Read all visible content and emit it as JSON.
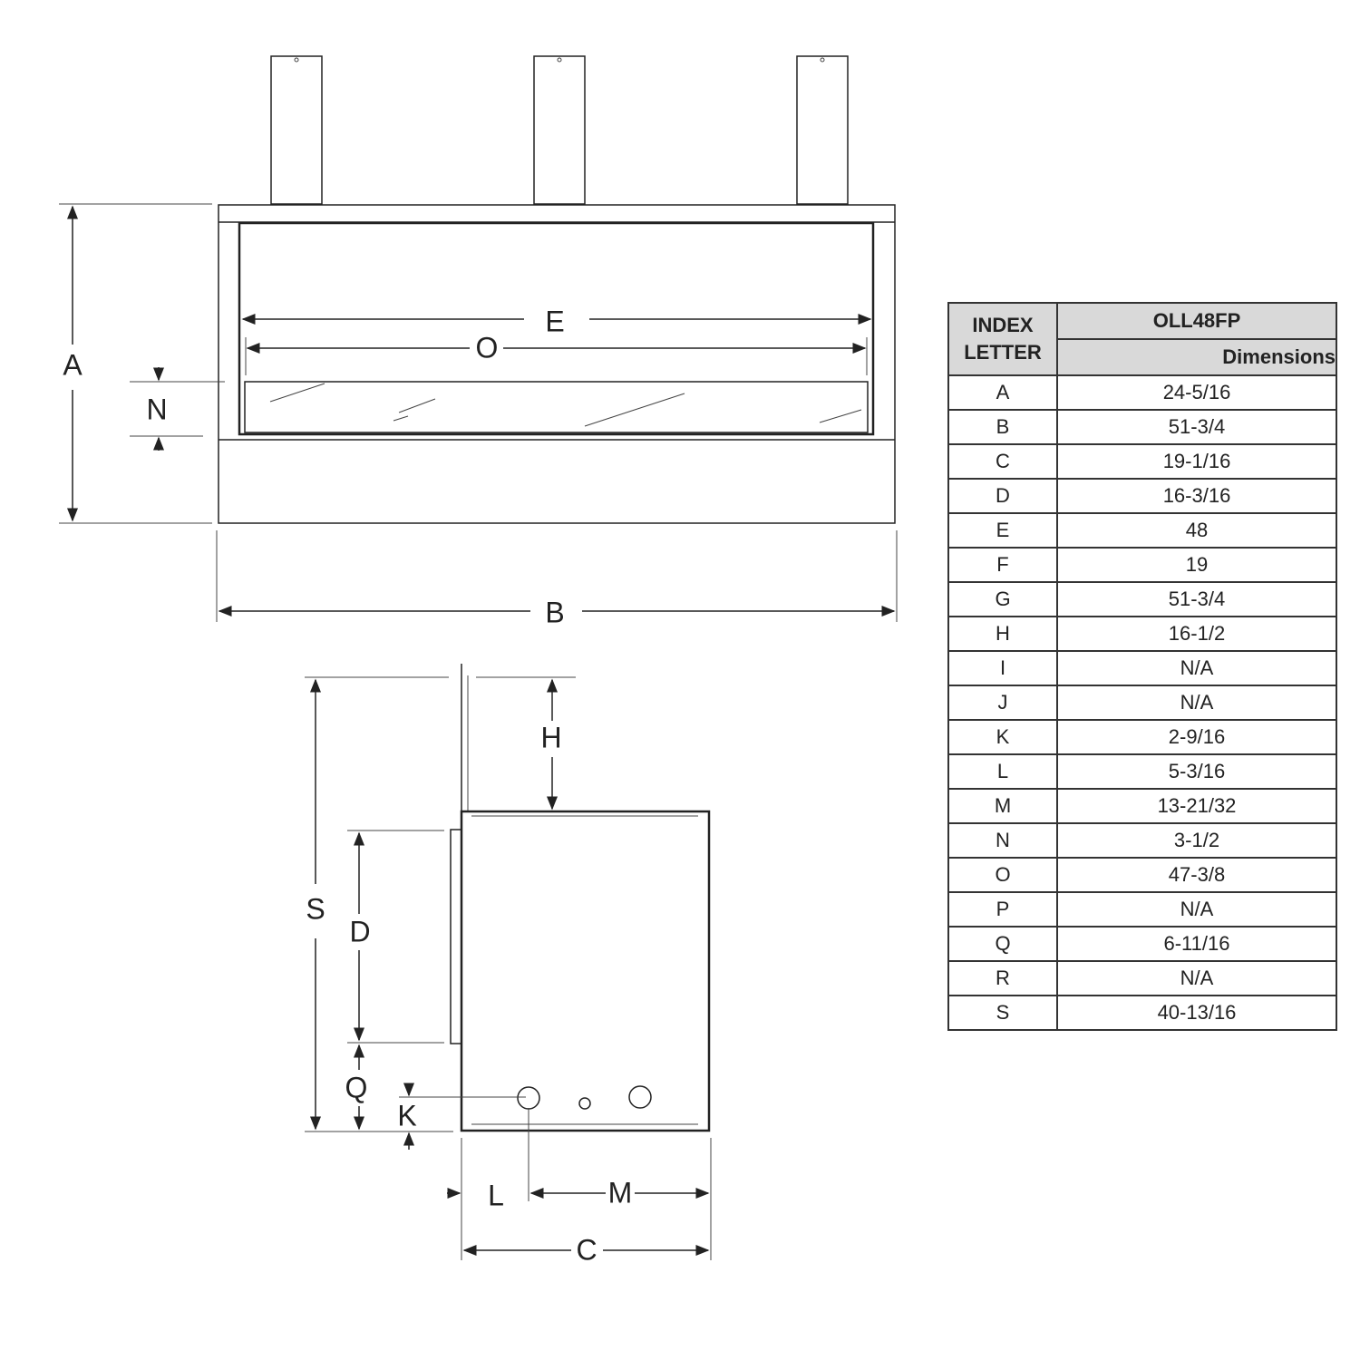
{
  "labels": {
    "A": "A",
    "B": "B",
    "C": "C",
    "D": "D",
    "E": "E",
    "H": "H",
    "K": "K",
    "L": "L",
    "M": "M",
    "N": "N",
    "O": "O",
    "Q": "Q",
    "S": "S"
  },
  "table": {
    "index_header": "INDEX",
    "index_header2": "LETTER",
    "model": "OLL48FP",
    "dimensions_header": "Dimensions",
    "rows": [
      {
        "letter": "A",
        "value": "24-5/16"
      },
      {
        "letter": "B",
        "value": "51-3/4"
      },
      {
        "letter": "C",
        "value": "19-1/16"
      },
      {
        "letter": "D",
        "value": "16-3/16"
      },
      {
        "letter": "E",
        "value": "48"
      },
      {
        "letter": "F",
        "value": "19"
      },
      {
        "letter": "G",
        "value": "51-3/4"
      },
      {
        "letter": "H",
        "value": "16-1/2"
      },
      {
        "letter": "I",
        "value": "N/A"
      },
      {
        "letter": "J",
        "value": "N/A"
      },
      {
        "letter": "K",
        "value": "2-9/16"
      },
      {
        "letter": "L",
        "value": "5-3/16"
      },
      {
        "letter": "M",
        "value": "13-21/32"
      },
      {
        "letter": "N",
        "value": "3-1/2"
      },
      {
        "letter": "O",
        "value": "47-3/8"
      },
      {
        "letter": "P",
        "value": "N/A"
      },
      {
        "letter": "Q",
        "value": "6-11/16"
      },
      {
        "letter": "R",
        "value": "N/A"
      },
      {
        "letter": "S",
        "value": "40-13/16"
      }
    ]
  }
}
